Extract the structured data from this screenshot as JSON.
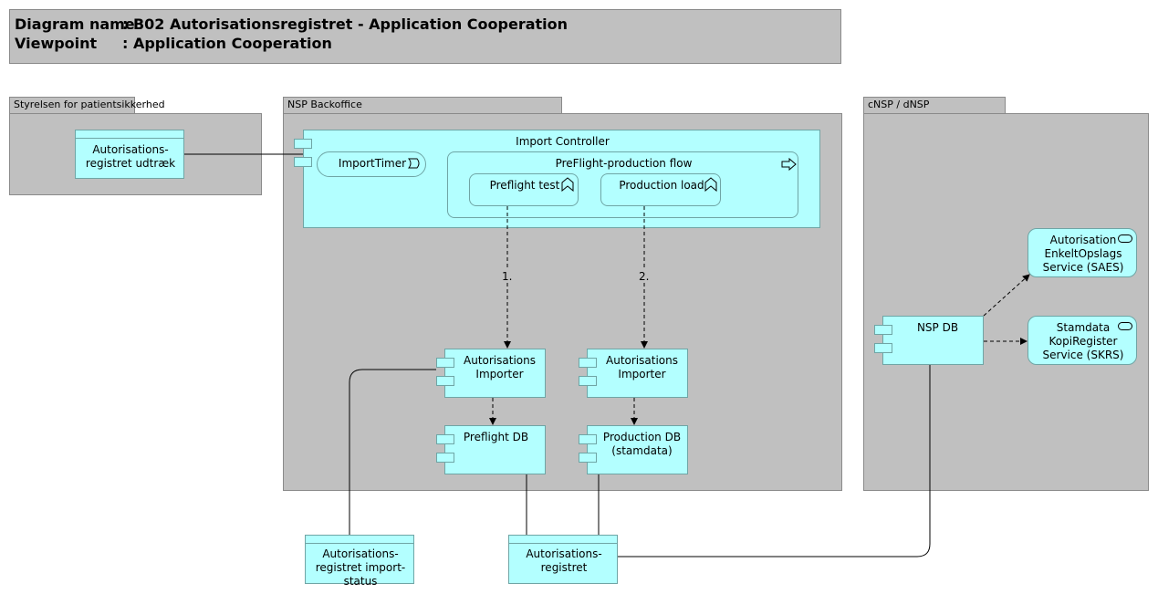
{
  "header": {
    "diagram_name_key": "Diagram name",
    "diagram_name_value": ": B02 Autorisationsregistret - Application Cooperation",
    "viewpoint_key": "Viewpoint",
    "viewpoint_value": ": Application Cooperation"
  },
  "groups": {
    "styrelsen": "Styrelsen for patientsikkerhed",
    "nsp_backoffice": "NSP Backoffice",
    "cnsp": "cNSP / dNSP"
  },
  "elements": {
    "udtraek": "Autorisations-registret udtræk",
    "import_controller": "Import Controller",
    "import_timer": "ImportTimer",
    "preflight_flow": "PreFlight-production flow",
    "preflight_test": "Preflight test",
    "production_load": "Production load",
    "aut_importer_1_l1": "Autorisations",
    "aut_importer_1_l2": "Importer",
    "aut_importer_2_l1": "Autorisations",
    "aut_importer_2_l2": "Importer",
    "preflight_db": "Preflight DB",
    "production_db_l1": "Production DB",
    "production_db_l2": "(stamdata)",
    "nsp_db": "NSP DB",
    "saes_l1": "Autorisation",
    "saes_l2": "EnkeltOpslags",
    "saes_l3": "Service (SAES)",
    "skrs_l1": "Stamdata",
    "skrs_l2": "KopiRegister",
    "skrs_l3": "Service (SKRS)",
    "import_status_l1": "Autorisations-",
    "import_status_l2": "registret import-",
    "import_status_l3": "status",
    "registret_l1": "Autorisations-",
    "registret_l2": "registret"
  },
  "edges": {
    "step1": "1.",
    "step2": "2."
  },
  "colors": {
    "group_fill": "#c0c0c0",
    "application_fill": "#b3ffff",
    "application_border": "#6fa5a5"
  },
  "icons": [
    "component-icon",
    "event-icon",
    "process-icon",
    "function-icon",
    "service-icon",
    "data-object-icon"
  ]
}
